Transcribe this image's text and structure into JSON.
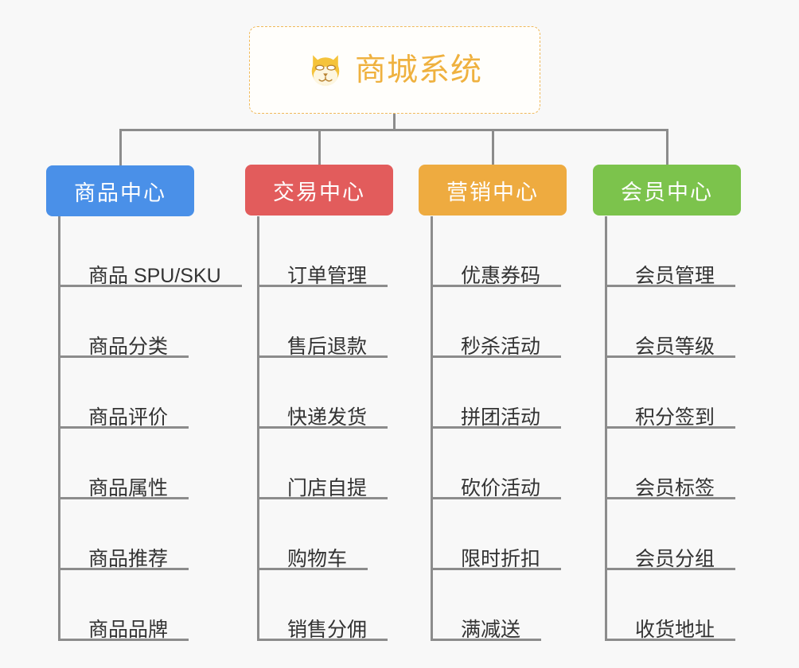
{
  "root": {
    "title": "商城系统",
    "icon": "shiba-dog-icon",
    "border_color": "#f0b95a",
    "text_color": "#efb13f",
    "background": "#fffefb"
  },
  "page": {
    "background": "#f8f8f8",
    "connector_color": "#8c8c8c"
  },
  "columns": [
    {
      "header": "商品中心",
      "color": "#4a90e8",
      "items": [
        "商品 SPU/SKU",
        "商品分类",
        "商品评价",
        "商品属性",
        "商品推荐",
        "商品品牌"
      ]
    },
    {
      "header": "交易中心",
      "color": "#e25c5c",
      "items": [
        "订单管理",
        "售后退款",
        "快递发货",
        "门店自提",
        "购物车",
        "销售分佣"
      ]
    },
    {
      "header": "营销中心",
      "color": "#eeab40",
      "items": [
        "优惠券码",
        "秒杀活动",
        "拼团活动",
        "砍价活动",
        "限时折扣",
        "满减送"
      ]
    },
    {
      "header": "会员中心",
      "color": "#7cc34c",
      "items": [
        "会员管理",
        "会员等级",
        "积分签到",
        "会员标签",
        "会员分组",
        "收货地址"
      ]
    }
  ]
}
